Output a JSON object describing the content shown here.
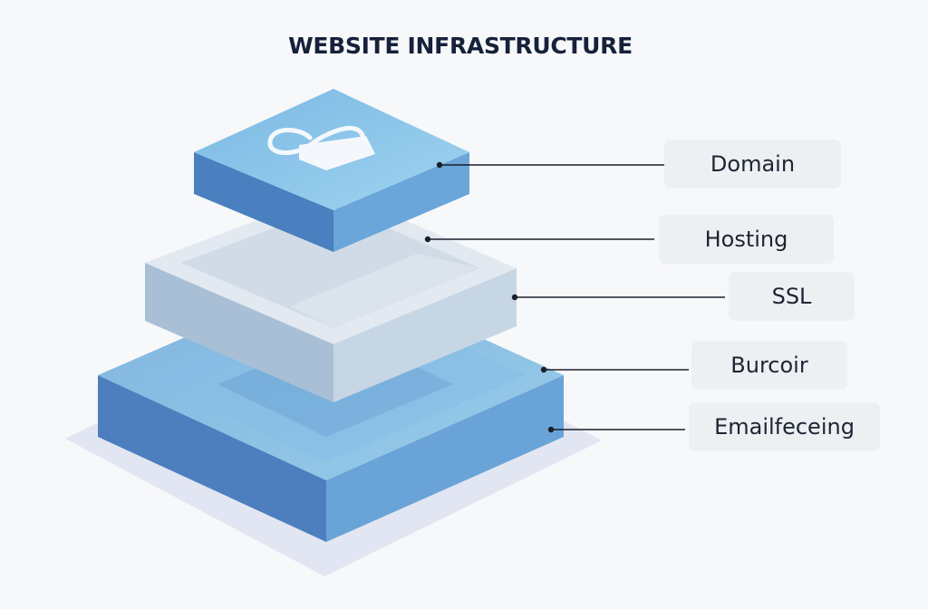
{
  "title": "WEBSITE INFRASTRUCTURE",
  "labels": {
    "domain": "Domain",
    "hosting": "Hosting",
    "ssl": "SSL",
    "burcoir": "Burcoir",
    "email": "Emailfeceing"
  },
  "colors": {
    "background": "#f7f8fa",
    "blue_top": "#86c4e8",
    "blue_left": "#4a7fbd",
    "blue_right": "#6ea6d8",
    "gray_top": "#dfe5ec",
    "gray_left": "#b8c9db",
    "gray_right": "#cfdae5",
    "connector": "#1a1f2b"
  },
  "icons": {
    "top_layer": "padlock-infinity-icon"
  }
}
